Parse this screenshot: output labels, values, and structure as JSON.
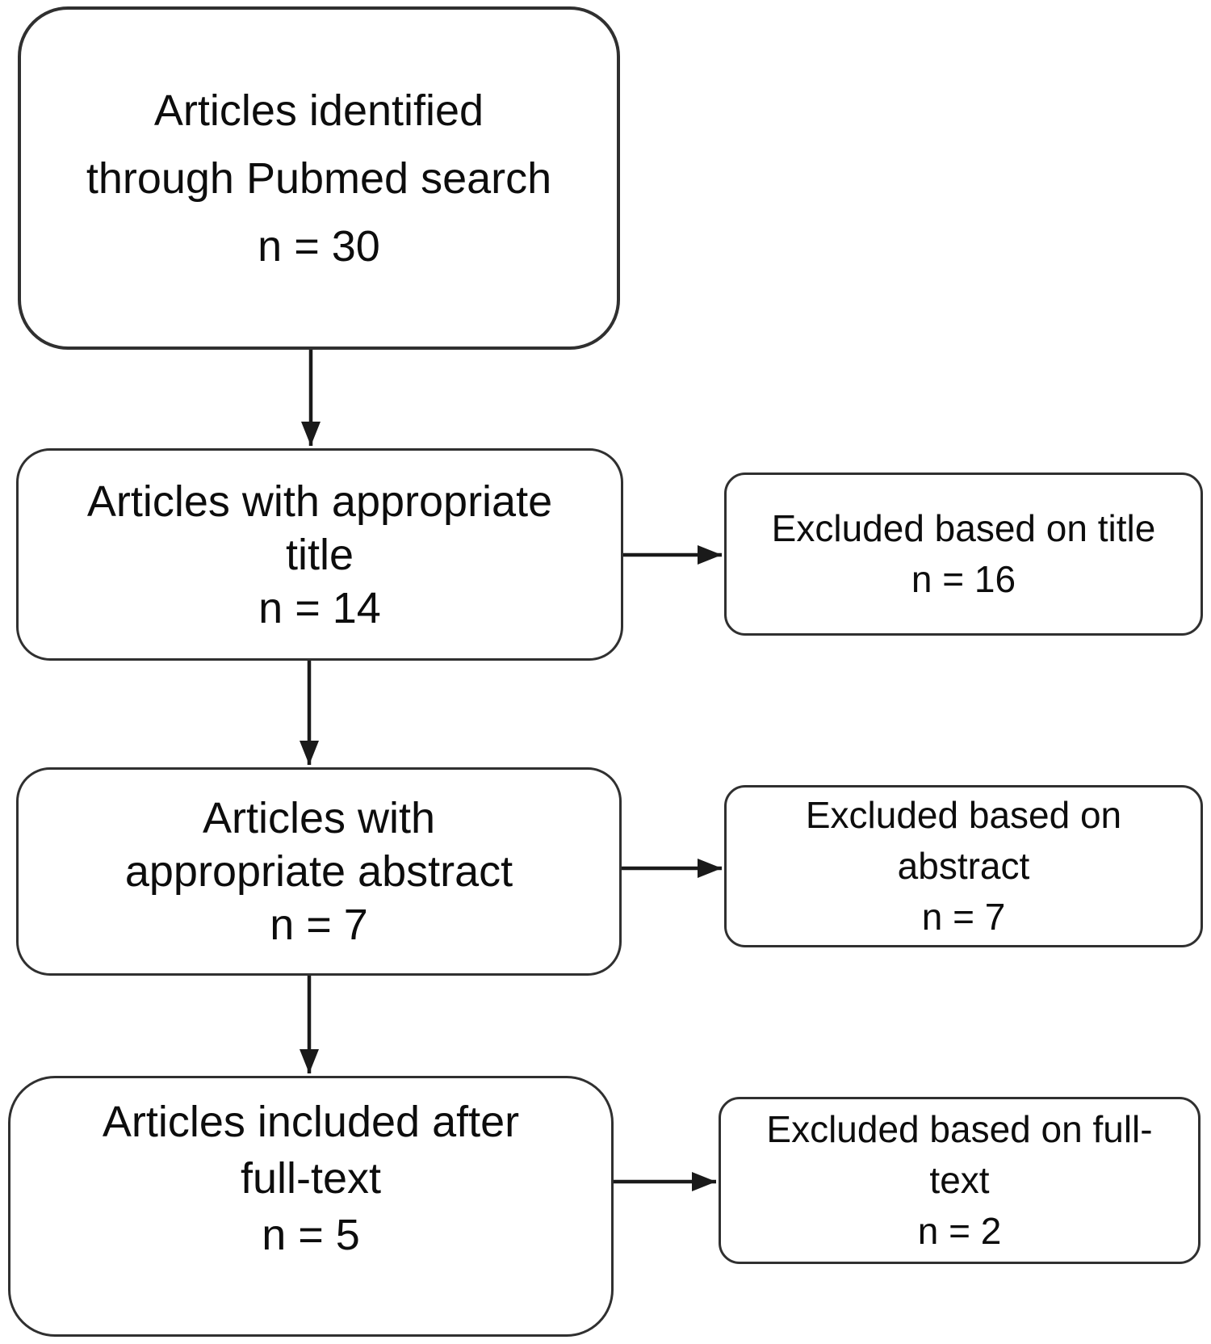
{
  "flow": {
    "description": "Article screening flow diagram",
    "nodes": [
      {
        "id": "identified",
        "n": 30,
        "lines": [
          "Articles identified",
          "through Pubmed search",
          "n = 30"
        ]
      },
      {
        "id": "title-screen",
        "n": 14,
        "lines": [
          "Articles with appropriate",
          "title",
          "n = 14"
        ]
      },
      {
        "id": "excluded-title",
        "n": 16,
        "lines": [
          "Excluded based on title",
          "n = 16"
        ]
      },
      {
        "id": "abstract-screen",
        "n": 7,
        "lines": [
          "Articles with",
          "appropriate abstract",
          "n = 7"
        ]
      },
      {
        "id": "excluded-abstract",
        "n": 7,
        "lines": [
          "Excluded based on",
          "abstract",
          "n = 7"
        ]
      },
      {
        "id": "fulltext-included",
        "n": 5,
        "lines": [
          "Articles included after",
          "full-text",
          "n = 5"
        ]
      },
      {
        "id": "excluded-fulltext",
        "n": 2,
        "lines": [
          "Excluded based on full-",
          "text",
          "n = 2"
        ]
      }
    ],
    "colors": {
      "box_fill": "#ffffff",
      "box_border": "#303030",
      "text": "#0d0d0d",
      "arrow": "#1a1a1a",
      "background": "#ffffff"
    }
  }
}
